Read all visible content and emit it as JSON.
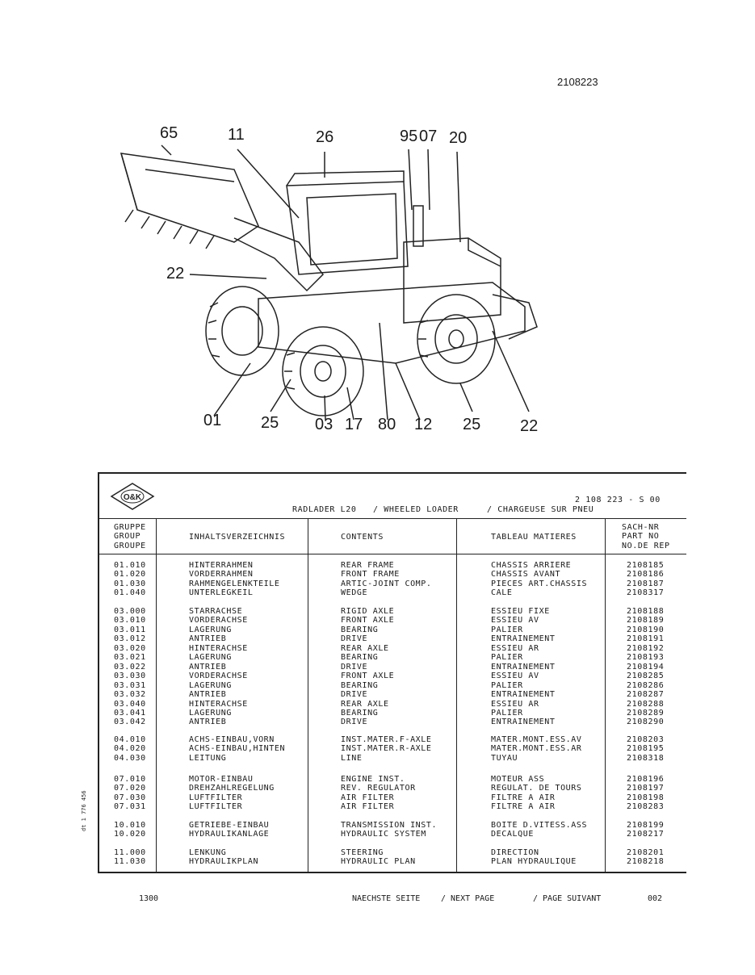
{
  "doc_number": "2108223",
  "callouts": [
    "65",
    "11",
    "26",
    "95",
    "07",
    "20",
    "22",
    "01",
    "25",
    "03",
    "17",
    "80",
    "12",
    "25",
    "22"
  ],
  "header": {
    "doc_code": "2 108 223 - S 00",
    "title_de": "RADLADER L20",
    "title_en": "/ WHEELED LOADER",
    "title_fr": "/ CHARGEUSE SUR PNEU",
    "logo": "O&K"
  },
  "columns": {
    "group": [
      "GRUPPE",
      "GROUP",
      "GROUPE"
    ],
    "de": "INHALTSVERZEICHNIS",
    "en": "CONTENTS",
    "fr": "TABLEAU MATIERES",
    "partno": [
      "SACH-NR",
      "PART NO",
      "NO.DE REP"
    ]
  },
  "groups": [
    {
      "rows": [
        [
          "01.010",
          "HINTERRAHMEN",
          "REAR FRAME",
          "CHASSIS ARRIERE",
          "2108185"
        ],
        [
          "01.020",
          "VORDERRAHMEN",
          "FRONT FRAME",
          "CHASSIS AVANT",
          "2108186"
        ],
        [
          "01.030",
          "RAHMENGELENKTEILE",
          "ARTIC-JOINT COMP.",
          "PIECES ART.CHASSIS",
          "2108187"
        ],
        [
          "01.040",
          "UNTERLEGKEIL",
          "WEDGE",
          "CALE",
          "2108317"
        ]
      ]
    },
    {
      "rows": [
        [
          "03.000",
          "STARRACHSE",
          "RIGID AXLE",
          "ESSIEU FIXE",
          "2108188"
        ],
        [
          "03.010",
          "VORDERACHSE",
          "FRONT AXLE",
          "ESSIEU AV",
          "2108189"
        ],
        [
          "03.011",
          "LAGERUNG",
          "BEARING",
          "PALIER",
          "2108190"
        ],
        [
          "03.012",
          "ANTRIEB",
          "DRIVE",
          "ENTRAINEMENT",
          "2108191"
        ],
        [
          "03.020",
          "HINTERACHSE",
          "REAR AXLE",
          "ESSIEU AR",
          "2108192"
        ],
        [
          "03.021",
          "LAGERUNG",
          "BEARING",
          "PALIER",
          "2108193"
        ],
        [
          "03.022",
          "ANTRIEB",
          "DRIVE",
          "ENTRAINEMENT",
          "2108194"
        ],
        [
          "03.030",
          "VORDERACHSE",
          "FRONT AXLE",
          "ESSIEU AV",
          "2108285"
        ],
        [
          "03.031",
          "LAGERUNG",
          "BEARING",
          "PALIER",
          "2108286"
        ],
        [
          "03.032",
          "ANTRIEB",
          "DRIVE",
          "ENTRAINEMENT",
          "2108287"
        ],
        [
          "03.040",
          "HINTERACHSE",
          "REAR AXLE",
          "ESSIEU AR",
          "2108288"
        ],
        [
          "03.041",
          "LAGERUNG",
          "BEARING",
          "PALIER",
          "2108289"
        ],
        [
          "03.042",
          "ANTRIEB",
          "DRIVE",
          "ENTRAINEMENT",
          "2108290"
        ]
      ]
    },
    {
      "rows": [
        [
          "04.010",
          "ACHS-EINBAU,VORN",
          "INST.MATER.F-AXLE",
          "MATER.MONT.ESS.AV",
          "2108203"
        ],
        [
          "04.020",
          "ACHS-EINBAU,HINTEN",
          "INST.MATER.R-AXLE",
          "MATER.MONT.ESS.AR",
          "2108195"
        ],
        [
          "04.030",
          "LEITUNG",
          "LINE",
          "TUYAU",
          "2108318"
        ]
      ]
    },
    {
      "rows": [
        [
          "07.010",
          "MOTOR-EINBAU",
          "ENGINE INST.",
          "MOTEUR ASS",
          "2108196"
        ],
        [
          "07.020",
          "DREHZAHLREGELUNG",
          "REV. REGULATOR",
          "REGULAT. DE TOURS",
          "2108197"
        ],
        [
          "07.030",
          "LUFTFILTER",
          "AIR FILTER",
          "FILTRE A AIR",
          "2108198"
        ],
        [
          "07.031",
          "LUFTFILTER",
          "AIR FILTER",
          "FILTRE A AIR",
          "2108283"
        ]
      ]
    },
    {
      "rows": [
        [
          "10.010",
          "GETRIEBE-EINBAU",
          "TRANSMISSION INST.",
          "BOITE D.VITESS.ASS",
          "2108199"
        ],
        [
          "10.020",
          "HYDRAULIKANLAGE",
          "HYDRAULIC SYSTEM",
          "DECALQUE",
          "2108217"
        ]
      ]
    },
    {
      "rows": [
        [
          "11.000",
          "LENKUNG",
          "STEERING",
          "DIRECTION",
          "2108201"
        ],
        [
          "11.030",
          "HYDRAULIKPLAN",
          "HYDRAULIC PLAN",
          "PLAN HYDRAULIQUE",
          "2108218"
        ]
      ]
    }
  ],
  "footer": {
    "left": "1300",
    "de": "NAECHSTE SEITE",
    "en": "/ NEXT PAGE",
    "fr": "/ PAGE SUIVANT",
    "page": "002"
  },
  "margin_text": "dt 1 776 456"
}
